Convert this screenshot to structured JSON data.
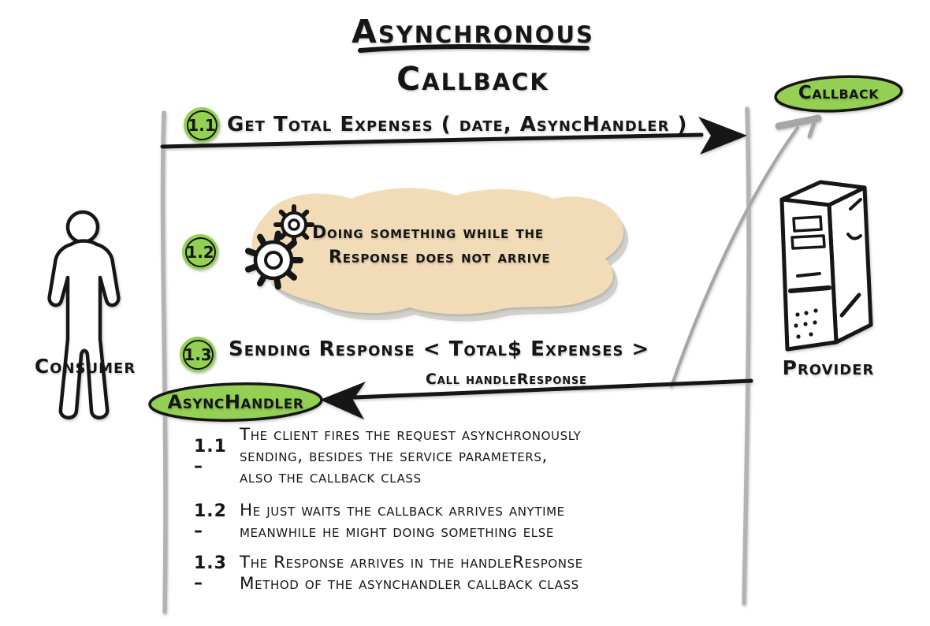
{
  "title": {
    "line1": "Asynchronous",
    "line2": "Callback"
  },
  "actors": {
    "consumer": {
      "label": "Consumer"
    },
    "provider": {
      "label": "Provider"
    }
  },
  "objects": {
    "callback": {
      "label": "Callback"
    },
    "async_handler": {
      "label": "AsyncHandler"
    }
  },
  "messages": [
    {
      "num": "1.1",
      "text": "Get Total Expenses ( date, AsyncHandler )"
    },
    {
      "num": "1.2",
      "text_bold": "Doing",
      "text_rest": " something while the",
      "text_line2": "Response does not arrive"
    },
    {
      "num": "1.3",
      "text": "Sending Response < Total$ Expenses >"
    }
  ],
  "return_label": "Call handleResponse",
  "notes": [
    {
      "label": "1.1 –",
      "lines": [
        "The client fires the request asynchronously",
        "sending, besides the service parameters,",
        "also the callback class"
      ]
    },
    {
      "label": "1.2 –",
      "lines": [
        "He just waits the callback arrives anytime",
        "meanwhile he might doing something else"
      ]
    },
    {
      "label": "1.3 –",
      "lines": [
        "The Response arrives in the handleResponse",
        "Method of the asynchandler callback class"
      ]
    }
  ],
  "icons": {
    "gears": "gears-icon",
    "consumer": "person-icon",
    "provider": "server-tower-icon"
  },
  "colors": {
    "green": "#93d053",
    "tan": "#f1dcb7",
    "lifeline_gray": "#b3b3b3",
    "arrow_gray": "#a6a6a6",
    "ink": "#161616",
    "background": "#ffffff"
  }
}
